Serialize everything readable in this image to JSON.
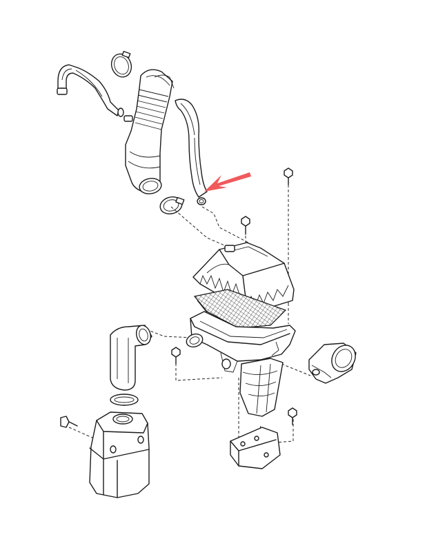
{
  "diagram": {
    "background": "#ffffff",
    "line_color": "#1a1a1a",
    "highlight_arrow": {
      "color": "#f0595b",
      "icon": "arrow-pointing-left-down"
    },
    "parts": [
      "breather-hose-with-cap",
      "hose-clamp-upper",
      "intake-duct-hose",
      "coolant-hose",
      "small-clip",
      "hose-clamp-lower",
      "bolt-upper-right",
      "bolt-air-filter-cover",
      "air-filter-cover",
      "air-filter-element",
      "air-filter-housing",
      "resonator-elbow",
      "bolt-left",
      "gasket",
      "resonator-box",
      "bolt-resonator",
      "inlet-duct-right",
      "mounting-bracket",
      "bolt-bracket",
      "lower-outlet-duct"
    ]
  }
}
